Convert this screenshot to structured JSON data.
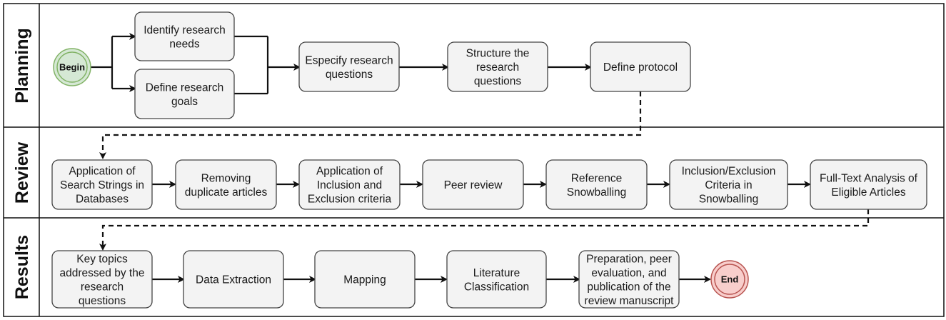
{
  "lanes": [
    {
      "id": "planning",
      "title": "Planning"
    },
    {
      "id": "review",
      "title": "Review"
    },
    {
      "id": "results",
      "title": "Results"
    }
  ],
  "nodes": {
    "begin": "Begin",
    "end": "End"
  },
  "colors": {
    "begin_fill": "#d5e8d4",
    "begin_stroke": "#82b366",
    "end_fill": "#f8cecc",
    "end_stroke": "#b85450",
    "box_fill": "#f3f3f3",
    "box_stroke": "#444444"
  },
  "steps": {
    "planning": [
      {
        "id": "identify-research-needs",
        "lines": [
          "Identify research",
          "needs"
        ]
      },
      {
        "id": "define-research-goals",
        "lines": [
          "Define research",
          "goals"
        ]
      },
      {
        "id": "especify-research-questions",
        "lines": [
          "Especify research",
          "questions"
        ]
      },
      {
        "id": "structure-research-questions",
        "lines": [
          "Structure the",
          "research",
          "questions"
        ]
      },
      {
        "id": "define-protocol",
        "lines": [
          "Define protocol"
        ]
      }
    ],
    "review": [
      {
        "id": "application-search-strings",
        "lines": [
          "Application of",
          "Search Strings in",
          "Databases"
        ]
      },
      {
        "id": "removing-duplicates",
        "lines": [
          "Removing",
          "duplicate articles"
        ]
      },
      {
        "id": "application-inclusion-exclusion",
        "lines": [
          "Application of",
          "Inclusion and",
          "Exclusion criteria"
        ]
      },
      {
        "id": "peer-review",
        "lines": [
          "Peer review"
        ]
      },
      {
        "id": "reference-snowballing",
        "lines": [
          "Reference",
          "Snowballing"
        ]
      },
      {
        "id": "inclusion-exclusion-snowballing",
        "lines": [
          "Inclusion/Exclusion",
          "Criteria in",
          "Snowballing"
        ]
      },
      {
        "id": "full-text-analysis",
        "lines": [
          "Full-Text Analysis of",
          "Eligible Articles"
        ]
      }
    ],
    "results": [
      {
        "id": "key-topics",
        "lines": [
          "Key topics",
          "addressed by the",
          "research",
          "questions"
        ]
      },
      {
        "id": "data-extraction",
        "lines": [
          "Data Extraction"
        ]
      },
      {
        "id": "mapping",
        "lines": [
          "Mapping"
        ]
      },
      {
        "id": "literature-classification",
        "lines": [
          "Literature",
          "Classification"
        ]
      },
      {
        "id": "preparation-manuscript",
        "lines": [
          "Preparation, peer",
          "evaluation, and",
          "publication of the",
          "review manuscript"
        ]
      }
    ]
  }
}
